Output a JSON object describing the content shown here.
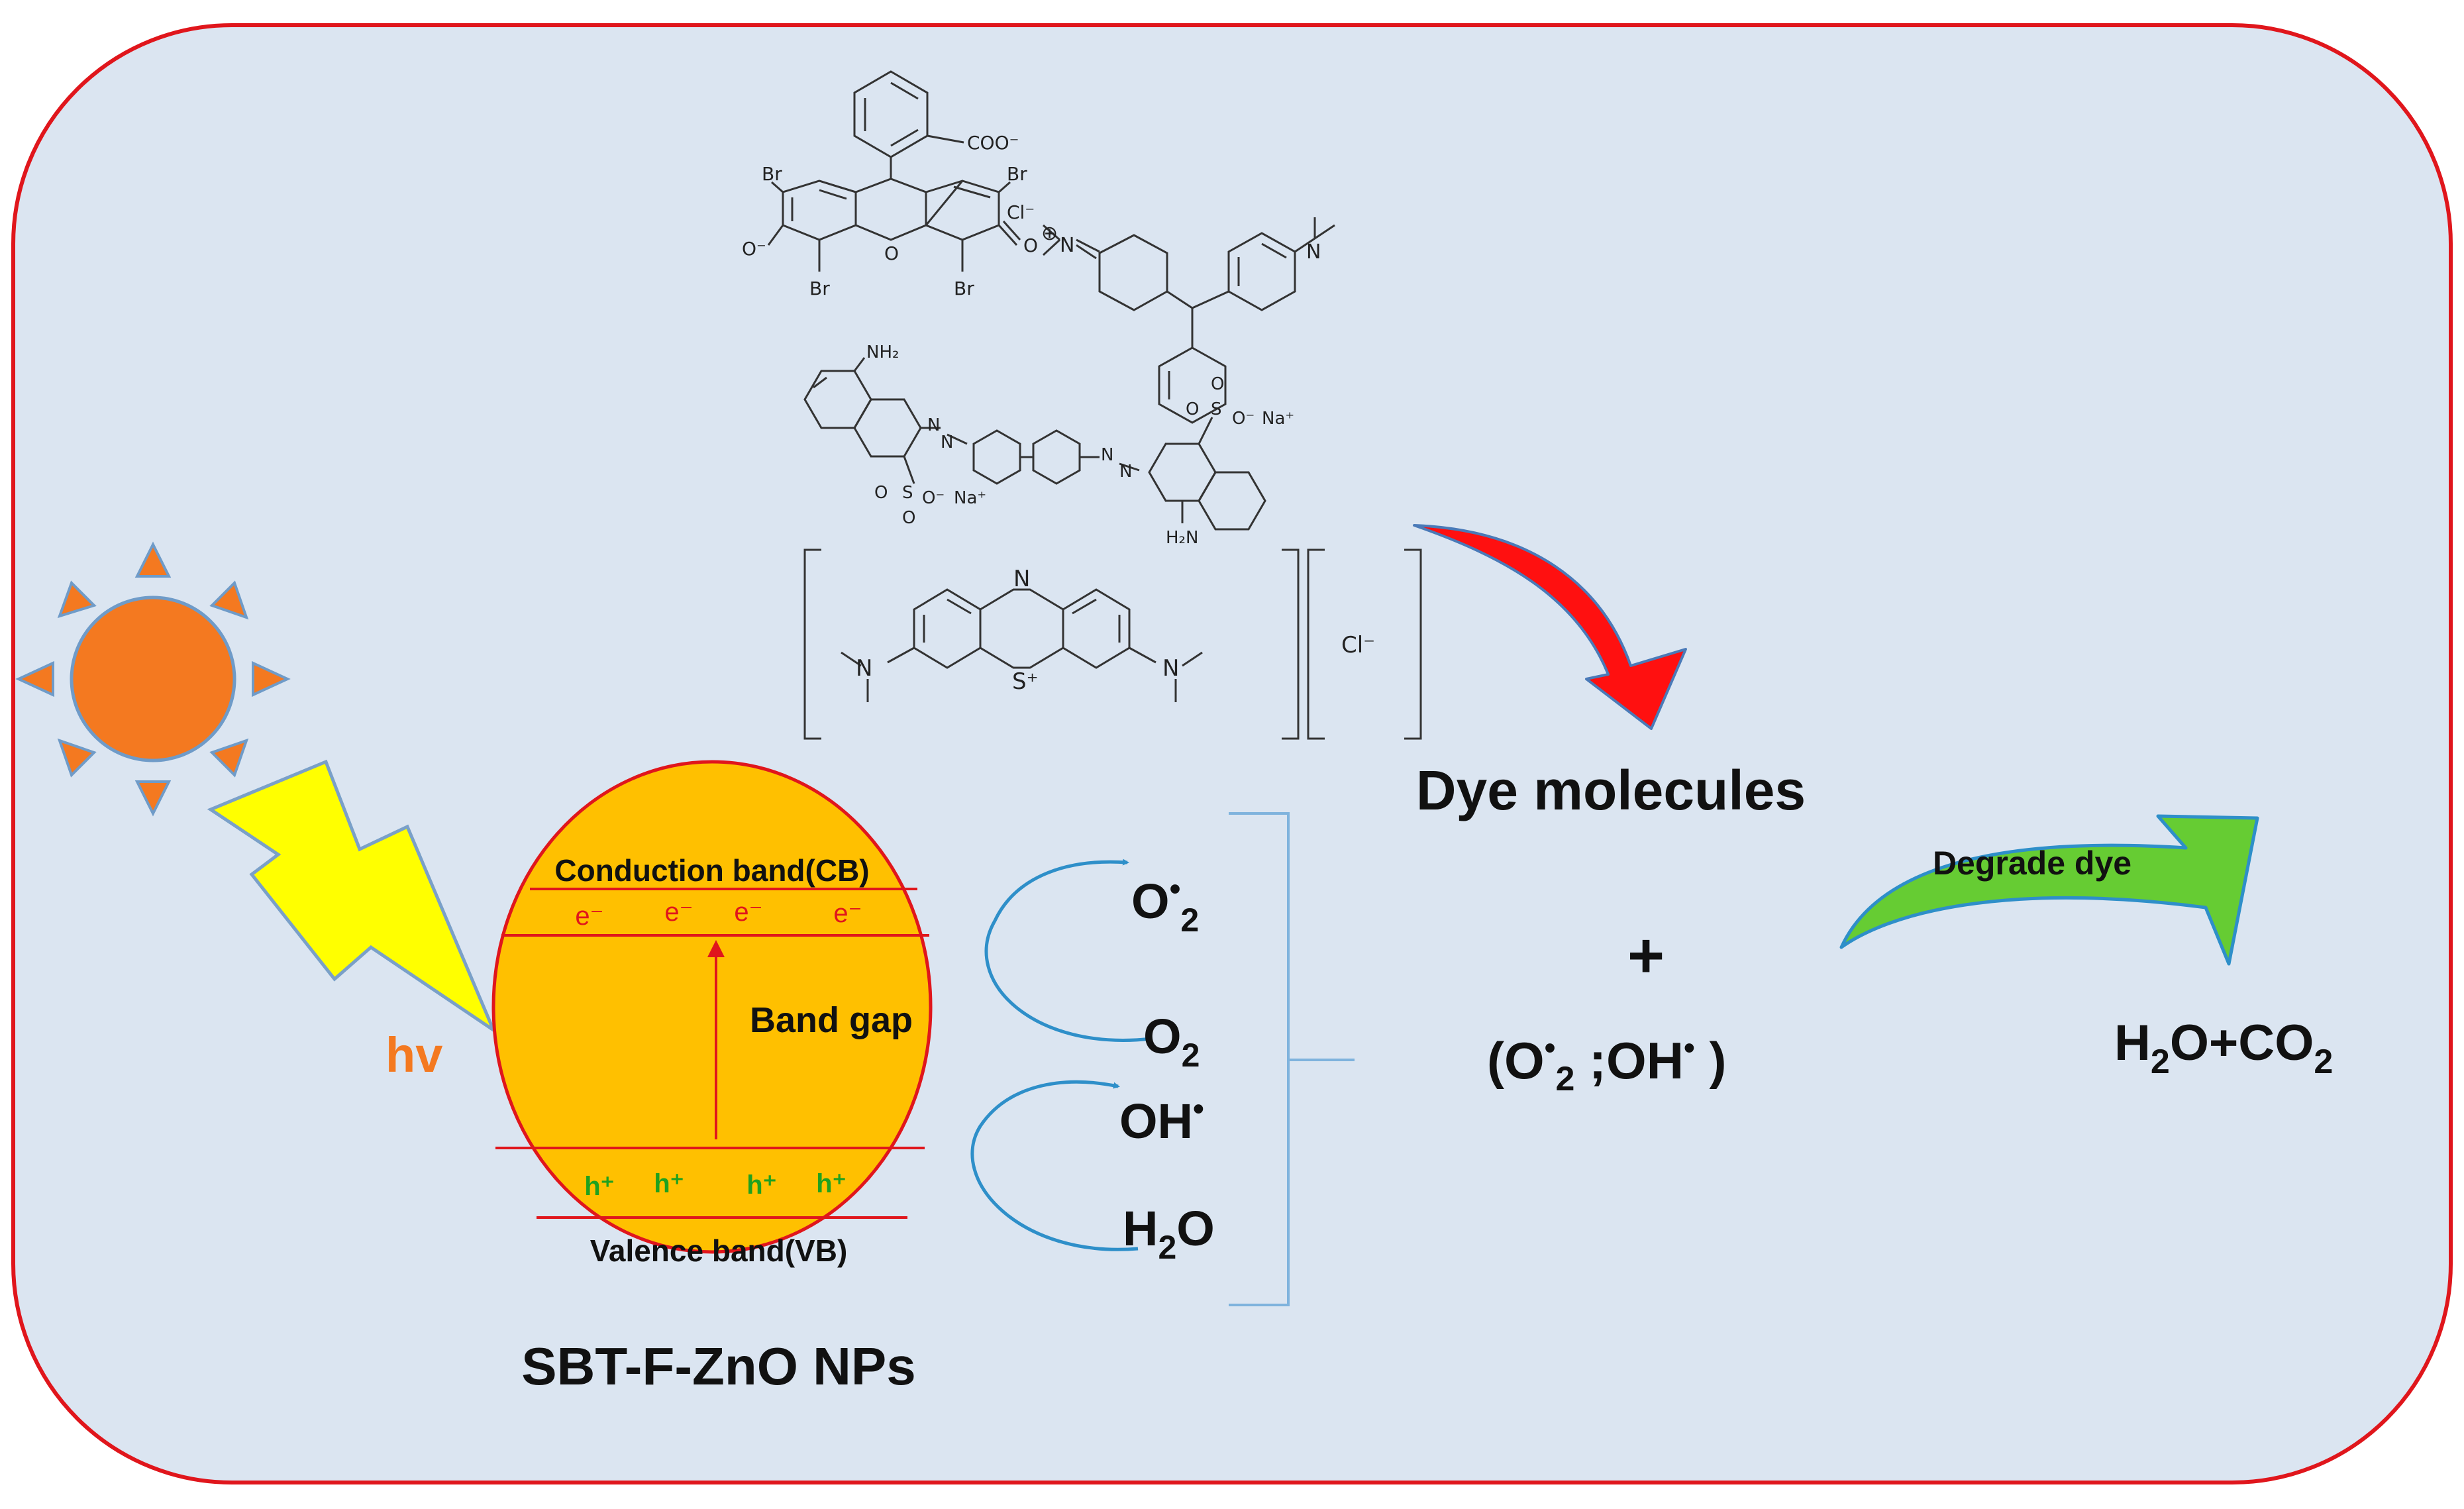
{
  "colors": {
    "panel_fill": "#dbe5f1",
    "panel_border": "#e0161c",
    "sun": "#f47920",
    "bolt": "#ffff00",
    "bolt_stroke": "#7aa0c8",
    "particle": "#ffc000",
    "band_line": "#e0161c",
    "electron": "#e0161c",
    "hole": "#1fa11f",
    "hv": "#f47920",
    "cycle_arrow": "#2e8fc9",
    "bracket": "#7fb3dd",
    "red_arrow": "#ff1010",
    "green_arrow": "#66cc33"
  },
  "sun": {
    "icon": "sun-icon"
  },
  "lightning": {
    "icon": "lightning-bolt-icon"
  },
  "hv_label": "hv",
  "particle": {
    "conduction_band": "Conduction band(CB)",
    "valence_band": "Valence band(VB)",
    "band_gap": "Band gap",
    "electron": "e⁻",
    "electrons": [
      "e⁻",
      "e⁻",
      "e⁻",
      "e⁻"
    ],
    "hole": "h⁺",
    "holes": [
      "h⁺",
      "h⁺",
      "h⁺",
      "h⁺"
    ],
    "name": "SBT-F-ZnO NPs"
  },
  "species": {
    "superoxide": {
      "base": "O",
      "sup": "•",
      "sub": "2"
    },
    "oxygen": {
      "base": "O",
      "sub": "2"
    },
    "hydroxyl": {
      "base": "OH",
      "sup": "•"
    },
    "water": {
      "pre": "H",
      "sub": "2",
      "post": "O"
    }
  },
  "dye_molecules_label": "Dye molecules",
  "plus": "+",
  "radicals": {
    "open": "(O",
    "dot1": "•",
    "sub": "2",
    "mid": " ;OH",
    "dot2": "•",
    "close": " )"
  },
  "degrade_label": "Degrade dye",
  "products": {
    "h": "H",
    "sub1": "2",
    "mid": "O+CO",
    "sub2": "2"
  },
  "molecules": {
    "eosin": {
      "icon": "eosin-y-structure-icon",
      "labels": [
        "COO⁻",
        "Br",
        "Br",
        "Br",
        "Br",
        "O⁻",
        "O",
        "O",
        "Cl⁻"
      ]
    },
    "crystal_violet": {
      "icon": "crystal-violet-structure-icon",
      "labels": [
        "⊕",
        "N",
        "N"
      ]
    },
    "congo_red": {
      "icon": "congo-red-structure-icon",
      "labels": [
        "NH₂",
        "H₂N",
        "N",
        "N",
        "N",
        "N",
        "S",
        "S",
        "O",
        "O",
        "O",
        "O",
        "O⁻",
        "O⁻",
        "Na⁺",
        "Na⁺"
      ]
    },
    "methylene_blue": {
      "icon": "methylene-blue-structure-icon",
      "labels": [
        "N",
        "S⁺",
        "N",
        "N",
        "Cl⁻"
      ]
    }
  }
}
